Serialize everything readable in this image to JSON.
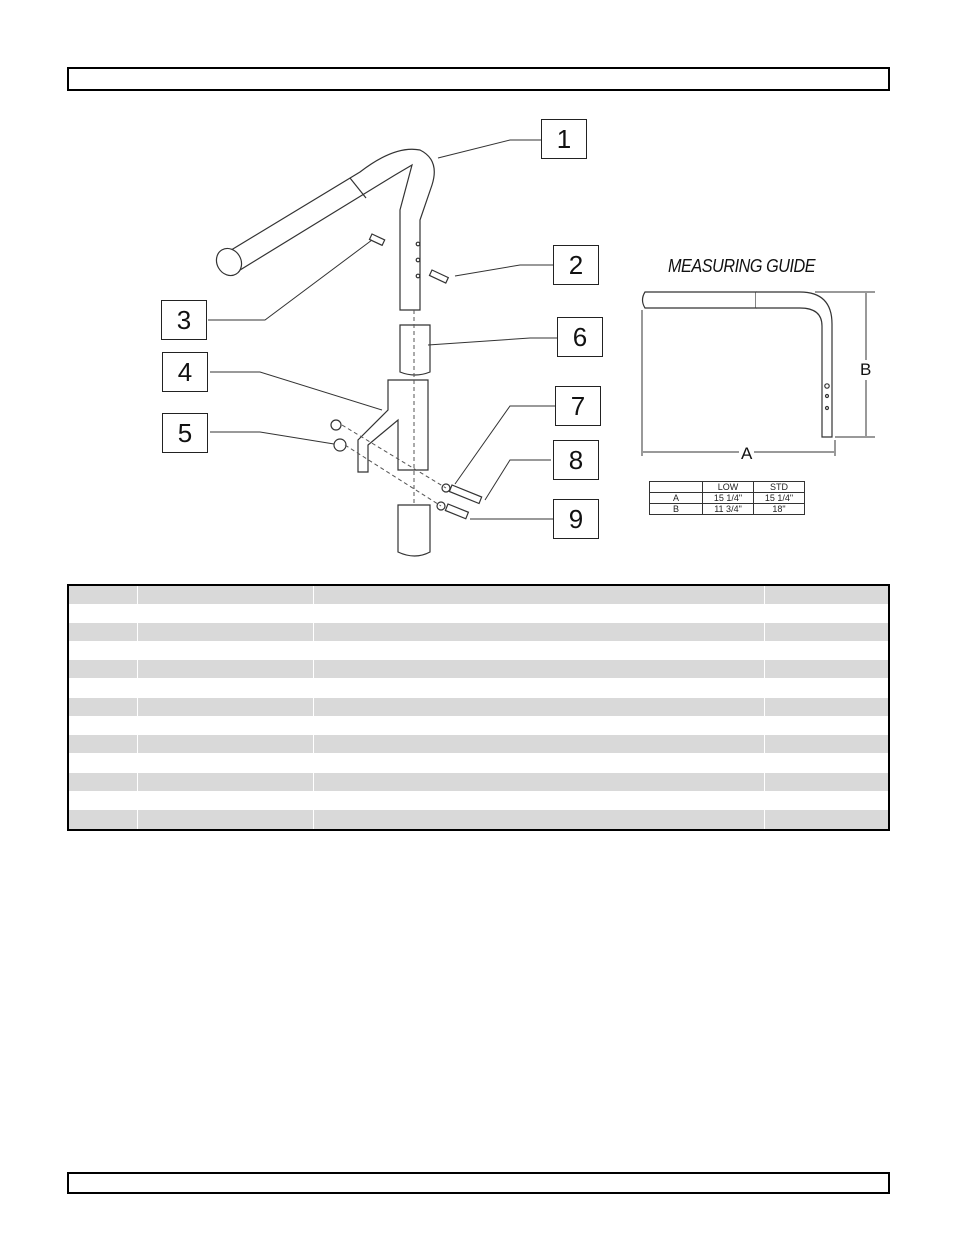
{
  "header": {
    "text": ""
  },
  "footer": {
    "text": ""
  },
  "diagram": {
    "callouts": [
      {
        "label": "1"
      },
      {
        "label": "2"
      },
      {
        "label": "3"
      },
      {
        "label": "4"
      },
      {
        "label": "5"
      },
      {
        "label": "6"
      },
      {
        "label": "7"
      },
      {
        "label": "8"
      },
      {
        "label": "9"
      }
    ]
  },
  "measuring_guide": {
    "title": "MEASURING GUIDE",
    "dim_a": "A",
    "dim_b": "B",
    "table": {
      "headers": [
        "",
        "LOW",
        "STD"
      ],
      "rows": [
        [
          "A",
          "15 1/4\"",
          "15 1/4\""
        ],
        [
          "B",
          "11 3/4\"",
          "18\""
        ]
      ]
    }
  },
  "parts_table": {
    "columns": [
      "",
      "",
      "",
      ""
    ],
    "rows": [
      [
        "",
        "",
        "",
        ""
      ],
      [
        "",
        "",
        "",
        ""
      ],
      [
        "",
        "",
        "",
        ""
      ],
      [
        "",
        "",
        "",
        ""
      ],
      [
        "",
        "",
        "",
        ""
      ],
      [
        "",
        "",
        "",
        ""
      ],
      [
        "",
        "",
        "",
        ""
      ],
      [
        "",
        "",
        "",
        ""
      ],
      [
        "",
        "",
        "",
        ""
      ],
      [
        "",
        "",
        "",
        ""
      ],
      [
        "",
        "",
        "",
        ""
      ],
      [
        "",
        "",
        "",
        ""
      ],
      [
        "",
        "",
        "",
        ""
      ]
    ]
  },
  "colors": {
    "row_shade": "#d9d9d9",
    "border": "#000000"
  }
}
